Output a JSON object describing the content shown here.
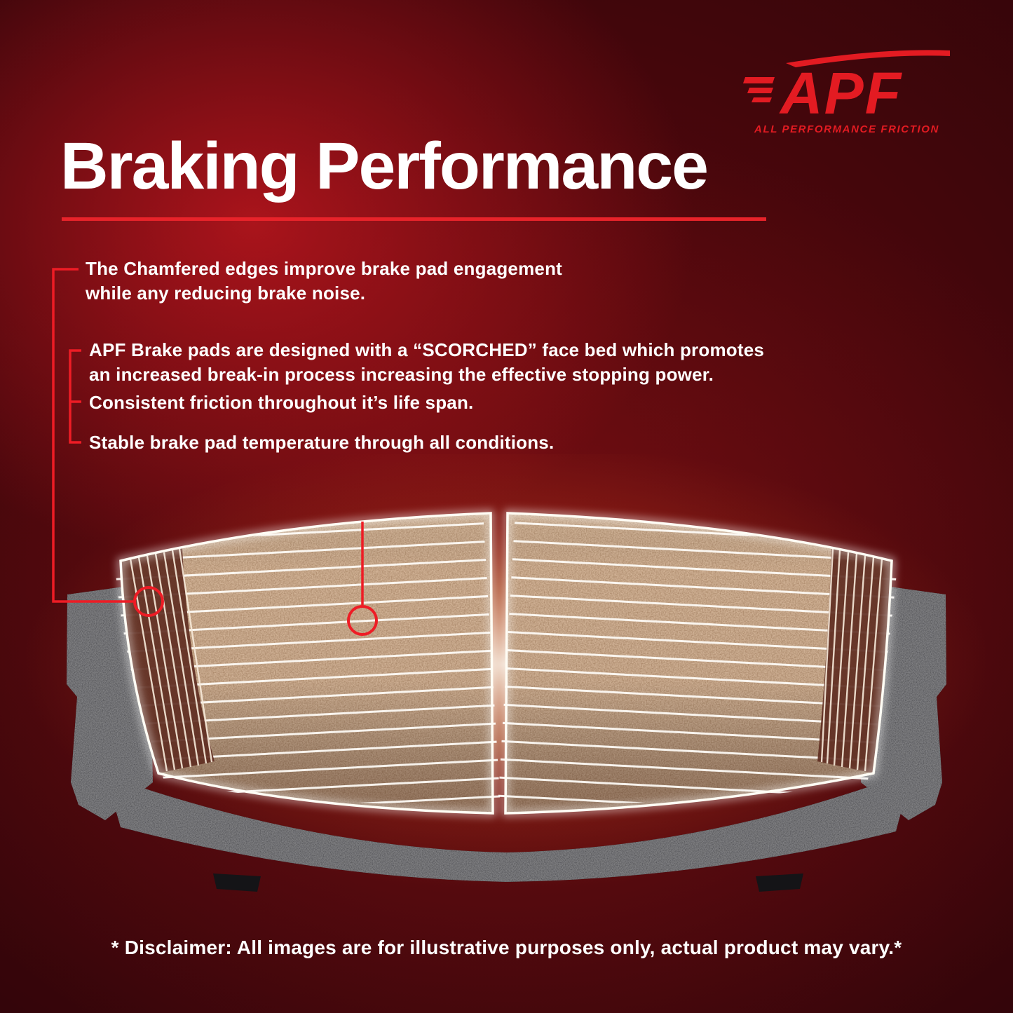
{
  "logo": {
    "brand": "APF",
    "tagline": "ALL PERFORMANCE FRICTION"
  },
  "header": {
    "title": "Braking Performance"
  },
  "bullets": [
    {
      "text": "The Chamfered edges improve brake pad engagement\nwhile any reducing brake noise."
    },
    {
      "text": "APF Brake pads are designed with a “SCORCHED” face bed which promotes\nan increased break-in process increasing the effective stopping power."
    },
    {
      "text": "Consistent friction throughout it’s life span."
    },
    {
      "text": "Stable brake pad temperature through all conditions."
    }
  ],
  "footer": {
    "disclaimer": "* Disclaimer: All images are for illustrative purposes only, actual product may vary.*"
  },
  "colors": {
    "accent_red": "#e8232a",
    "logo_red": "#e31b22",
    "background_center": "#9c1016",
    "pad_face_brown": "#a9744c",
    "glow_warm": "#ffb36b",
    "text_white": "#ffffff"
  }
}
